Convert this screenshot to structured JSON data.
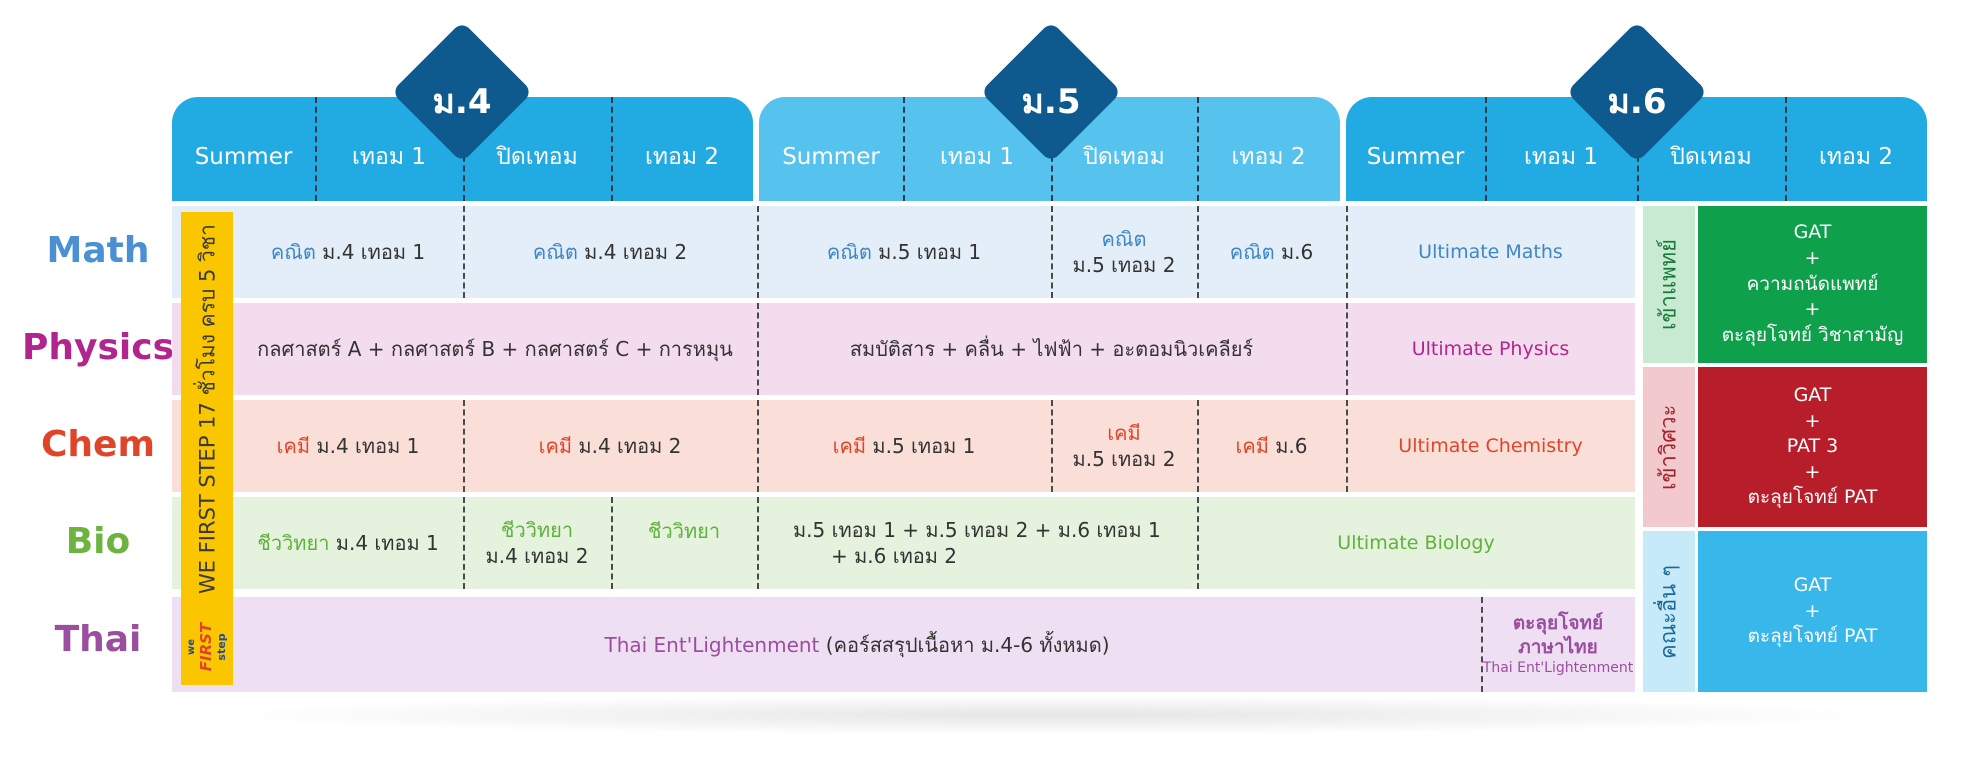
{
  "levels": [
    {
      "label": "ม.4",
      "color": "#22abe3",
      "terms": [
        "Summer",
        "เทอม 1",
        "ปิดเทอม",
        "เทอม 2"
      ]
    },
    {
      "label": "ม.5",
      "color": "#55c3ee",
      "terms": [
        "Summer",
        "เทอม 1",
        "ปิดเทอม",
        "เทอม 2"
      ]
    },
    {
      "label": "ม.6",
      "color": "#22abe3",
      "terms": [
        "Summer",
        "เทอม 1",
        "ปิดเทอม",
        "เทอม 2"
      ]
    }
  ],
  "diamond_color": "#0e5a8e",
  "subjects": [
    {
      "name": "Math",
      "color": "#4a90d2",
      "bg": "#e4eef8"
    },
    {
      "name": "Physics",
      "color": "#b0268e",
      "bg": "#f4dcef"
    },
    {
      "name": "Chem",
      "color": "#e0452a",
      "bg": "#fadfd9"
    },
    {
      "name": "Bio",
      "color": "#6cb33f",
      "bg": "#e5f2dd"
    },
    {
      "name": "Thai",
      "color": "#9b4e9f",
      "bg": "#eee0f2"
    }
  ],
  "side_strip": {
    "text": "WE FIRST STEP 17 ชั่วโมง ครบ 5 วิชา",
    "logo_line1": "we",
    "logo_line2": "FIRST",
    "logo_line3": "step",
    "color": "#f9c600"
  },
  "math": {
    "c1_subject": "คณิต",
    "c1_level": "ม.4 เทอม 1",
    "c2_subject": "คณิต",
    "c2_level": "ม.4 เทอม 2",
    "c3_subject": "คณิต",
    "c3_level": "ม.5 เทอม 1",
    "c4_subject": "คณิต",
    "c4_level": "ม.5 เทอม 2",
    "c5_subject": "คณิต",
    "c5_level": "ม.6",
    "ultimate": "Ultimate Maths"
  },
  "physics": {
    "c1": "กลศาสตร์ A + กลศาสตร์ B + กลศาสตร์ C + การหมุน",
    "c2": "สมบัติสาร + คลื่น + ไฟฟ้า + อะตอมนิวเคลียร์",
    "ultimate": "Ultimate Physics"
  },
  "chem": {
    "c1_subject": "เคมี",
    "c1_level": "ม.4 เทอม 1",
    "c2_subject": "เคมี",
    "c2_level": "ม.4 เทอม 2",
    "c3_subject": "เคมี",
    "c3_level": "ม.5 เทอม 1",
    "c4_subject": "เคมี",
    "c4_level": "ม.5 เทอม 2",
    "c5_subject": "เคมี",
    "c5_level": "ม.6",
    "ultimate": "Ultimate Chemistry"
  },
  "bio": {
    "c1_subject": "ชีววิทยา",
    "c1_level": "ม.4 เทอม 1",
    "c2_subject": "ชีววิทยา",
    "c2_level": "ม.4 เทอม 2",
    "c3_subject": "ชีววิทยา",
    "c4_line1": "ม.5 เทอม 1 + ม.5 เทอม 2 + ม.6 เทอม 1",
    "c4_line2": "+ ม.6 เทอม 2",
    "ultimate": "Ultimate Biology"
  },
  "thai": {
    "main_title": "Thai Ent'Lightenment",
    "main_detail": "(คอร์สสรุปเนื้อหา ม.4-6 ทั้งหมด)",
    "right_line1": "ตะลุยโจทย์",
    "right_line2": "ภาษาไทย",
    "right_line3": "Thai Ent'Lightenment"
  },
  "tracks": [
    {
      "label": "เข้าแพทย์",
      "label_bg": "#c8ead2",
      "label_color": "#1a7a3a",
      "bg": "#0fa04b",
      "line1": "GAT",
      "line2": "+",
      "line3": "ความถนัดแพทย์",
      "line4": "+",
      "line5": "ตะลุยโจทย์ วิชาสามัญ"
    },
    {
      "label": "เข้าวิศวะ",
      "label_bg": "#f2c9cd",
      "label_color": "#a3222c",
      "bg": "#b81e2a",
      "line1": "GAT",
      "line2": "+",
      "line3": "PAT 3",
      "line4": "+",
      "line5": "ตะลุยโจทย์ PAT"
    },
    {
      "label": "คณะอื่น ๆ",
      "label_bg": "#c6eaf8",
      "label_color": "#1a6b9a",
      "bg": "#37b7ea",
      "line1": "GAT",
      "line2": "+",
      "line3": "ตะลุยโจทย์ PAT"
    }
  ]
}
